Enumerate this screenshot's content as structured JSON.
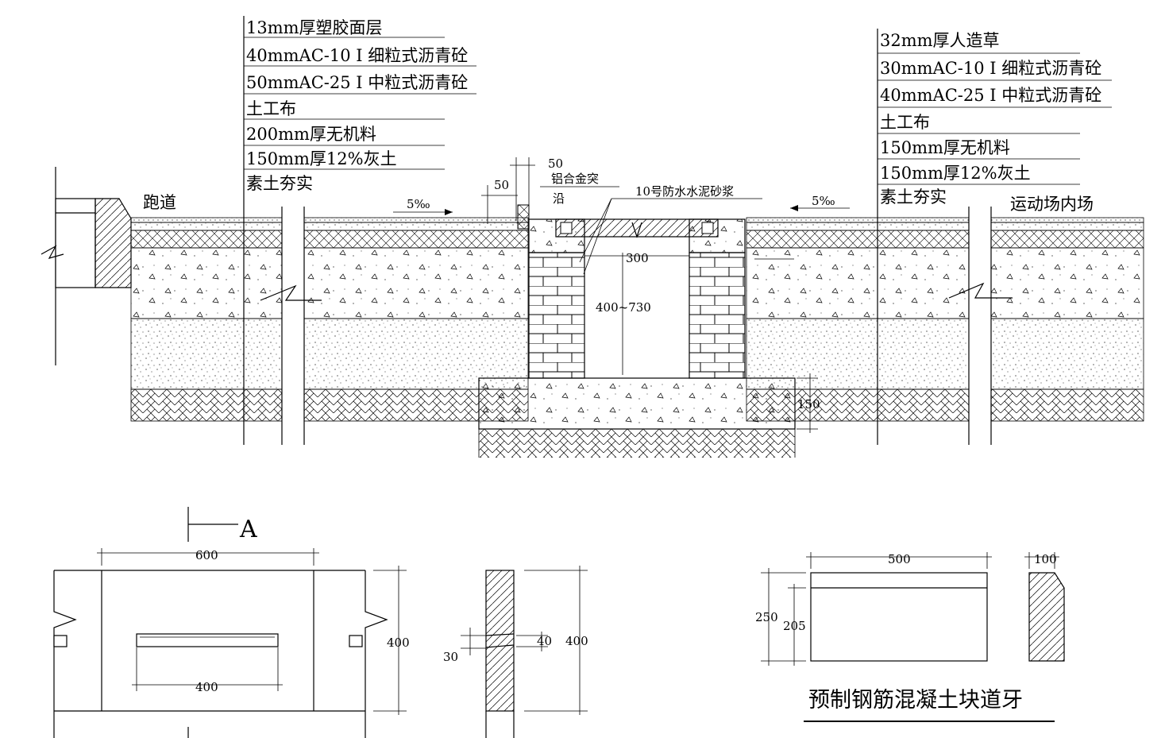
{
  "left_layers": [
    "13mm厚塑胶面层",
    "40mmAC-10 I 细粒式沥青砼",
    "50mmAC-25 I 中粒式沥青砼",
    "土工布",
    "200mm厚无机料",
    "150mm厚12%灰土",
    "素土夯实"
  ],
  "right_layers": [
    "32mm厚人造草",
    "30mmAC-10 I 细粒式沥青砼",
    "40mmAC-25 I 中粒式沥青砼",
    "土工布",
    "150mm厚无机料",
    "150mm厚12%灰土",
    "素土夯实"
  ],
  "labels": {
    "track": "跑道",
    "field_inner": "运动场内场",
    "aluminum_edge_1": "铝合金突",
    "aluminum_edge_2": "沿",
    "mortar": "10号防水水泥砂浆",
    "slope_left": "5‰",
    "slope_right": "5‰",
    "section_mark": "A",
    "curb_title": "预制钢筋混凝土块道牙"
  },
  "dimensions": {
    "edge_50_top": "50",
    "edge_50_side": "50",
    "channel_width": "300",
    "channel_depth": "400~730",
    "base_thickness": "150",
    "grate_length": "600",
    "slot_length": "400",
    "grate_height": "400",
    "section_height": "400",
    "slot_40": "40",
    "slot_30": "30",
    "curb_length": "500",
    "curb_height": "250",
    "curb_inner": "205",
    "curb_width": "100"
  }
}
